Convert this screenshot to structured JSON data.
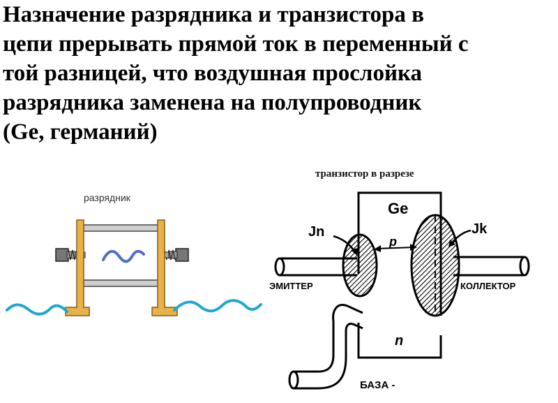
{
  "headline": "Назначение разрядника и транзистора в\nцепи прерывать прямой ток в переменный с\nтой разницей, что воздушная прослойка\nразрядника заменена на полупроводник\n(Ge, германий)",
  "spark_gap": {
    "caption": "разрядник",
    "colors": {
      "frame": "#e8b24a",
      "frame_outline": "#8a5a12",
      "wave": "#1fa7d0",
      "arc": "#4f6fc4",
      "rods": "#cfcfcf"
    }
  },
  "transistor": {
    "caption": "транзистор в разрезе",
    "material_label": "Ge",
    "junction_left": "Jn",
    "junction_right": "Jk",
    "p_region": "p",
    "n_region": "n",
    "emitter": "ЭМИТТЕР",
    "collector": "КОЛЛЕКТОР",
    "base": "БАЗА -"
  }
}
